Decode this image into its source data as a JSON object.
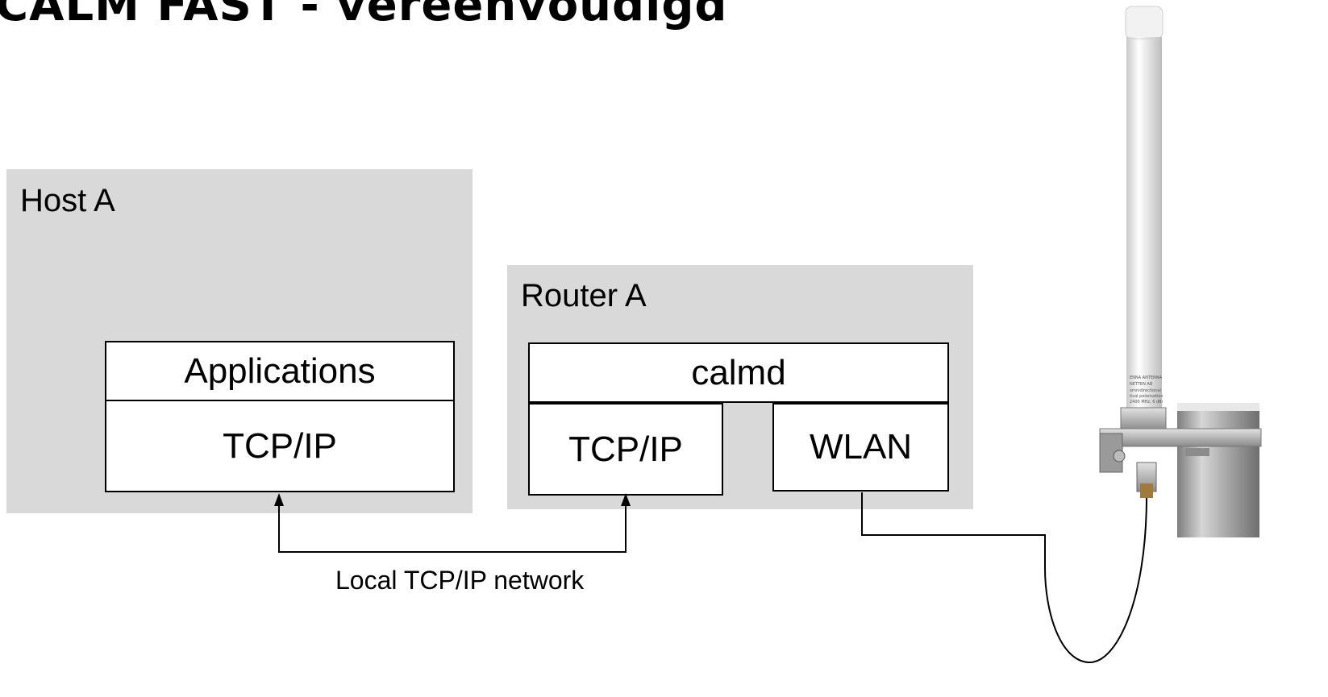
{
  "title": "CALM FAST - vereenvoudigd",
  "host": {
    "label": "Host A",
    "applications": "Applications",
    "tcpip": "TCP/IP"
  },
  "router": {
    "label": "Router A",
    "calmd": "calmd",
    "tcpip": "TCP/IP",
    "wlan": "WLAN"
  },
  "network": {
    "label": "Local TCP/IP network"
  },
  "antenna": {
    "icon": "antenna-photo-icon",
    "label_lines": [
      "ENNA ANTENNA",
      "NETTEN AB",
      "omnidirectional",
      "tical polarisation",
      "2400 MHz, 6 dBi"
    ]
  },
  "colors": {
    "group_background": "#d9d9d9",
    "box_background": "#ffffff",
    "line": "#000000"
  }
}
